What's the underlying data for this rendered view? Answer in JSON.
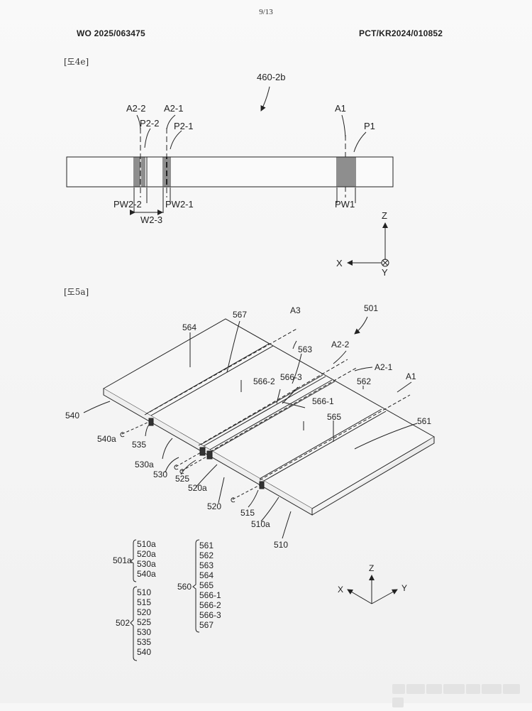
{
  "page_number": "9/13",
  "header": {
    "publication_no": "WO 2025/063475",
    "application_no": "PCT/KR2024/010852"
  },
  "fig4e": {
    "tag": "[도4e]",
    "ref": "460-2b",
    "labels": {
      "a22": "A2-2",
      "a21": "A2-1",
      "p22": "P2-2",
      "p21": "P2-1",
      "a1": "A1",
      "p1": "P1",
      "pw22": "PW2-2",
      "pw21": "PW2-1",
      "w23": "W2-3",
      "pw1": "PW1"
    },
    "axes": {
      "z": "Z",
      "x": "X",
      "y": "Y"
    }
  },
  "fig5a": {
    "tag": "[도5a]",
    "ref": "501",
    "labels": {
      "l567": "567",
      "a3": "A3",
      "l564": "564",
      "l563": "563",
      "a22": "A2-2",
      "a21": "A2-1",
      "l5662": "566-2",
      "l5663": "566-3",
      "l562": "562",
      "a1": "A1",
      "l5661": "566-1",
      "l540": "540",
      "l565": "565",
      "l561": "561",
      "l540a": "540a",
      "l535": "535",
      "l530a": "530a",
      "l530": "530",
      "l525": "525",
      "l520a": "520a",
      "l520": "520",
      "l515": "515",
      "l510a": "510a",
      "l510": "510"
    },
    "axes": {
      "z": "Z",
      "x": "X",
      "y": "Y"
    },
    "legend": {
      "g501a": {
        "key": "501a",
        "items": [
          "510a",
          "520a",
          "530a",
          "540a"
        ]
      },
      "g560": {
        "key": "560",
        "items": [
          "561",
          "562",
          "563",
          "564",
          "565",
          "566-1",
          "566-2",
          "566-3",
          "567"
        ]
      },
      "g502": {
        "key": "502",
        "items": [
          "510",
          "515",
          "520",
          "525",
          "530",
          "535",
          "540"
        ]
      }
    }
  },
  "footer": {
    "overlay": "image-viewer-watermark"
  }
}
